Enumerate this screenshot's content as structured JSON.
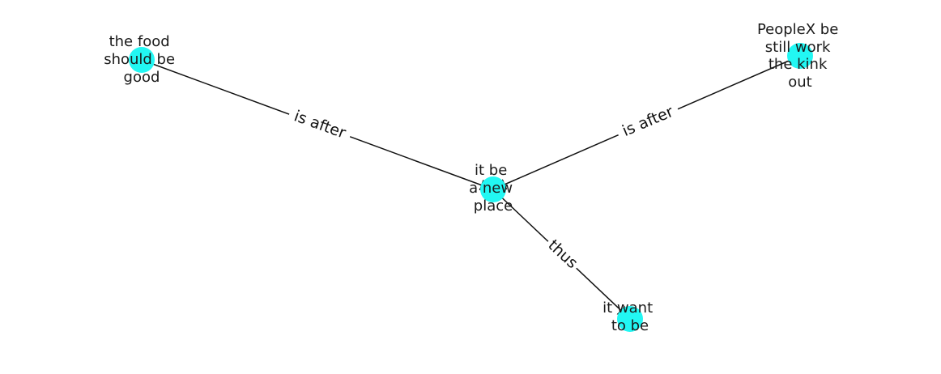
{
  "colors": {
    "node_fill": "#22f7f3",
    "edge_stroke": "#111111",
    "background": "#ffffff"
  },
  "nodes": [
    {
      "id": "n1",
      "lines": [
        "the food",
        "should be",
        "good"
      ]
    },
    {
      "id": "n2",
      "lines": [
        "PeopleX be",
        "still work",
        "the kink",
        "out"
      ]
    },
    {
      "id": "n3",
      "lines": [
        "it be",
        "a new",
        "place"
      ]
    },
    {
      "id": "n4",
      "lines": [
        "it want",
        "to be"
      ]
    }
  ],
  "edges": [
    {
      "source": "n1",
      "target": "n3",
      "label": "is after"
    },
    {
      "source": "n2",
      "target": "n3",
      "label": "is after"
    },
    {
      "source": "n3",
      "target": "n4",
      "label": "thus"
    }
  ]
}
